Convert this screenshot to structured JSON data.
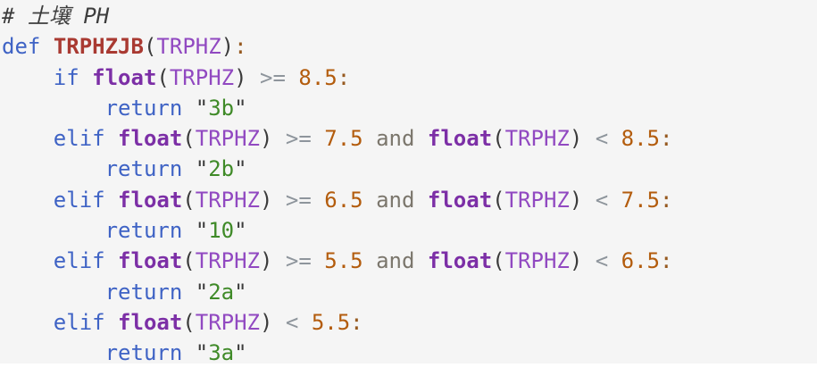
{
  "palette": {
    "page_bg": "#ffffff",
    "bg": "#f5f5f5",
    "fg": "#3b3b3b",
    "comment": "#3d3d3d",
    "keyword": "#3f63c5",
    "function": "#a93a32",
    "builtin": "#7c2fa6",
    "variable": "#9149c1",
    "number": "#b35c0d",
    "string": "#3f8a28",
    "operator": "#8e959c",
    "logical": "#7b766c",
    "punctuation": "#3b3b3b",
    "colon": "#96591f"
  },
  "code": {
    "language": "python",
    "lines": [
      [
        [
          "# 土壤 PH",
          "com"
        ]
      ],
      [
        [
          "def",
          "kw"
        ],
        [
          " "
        ],
        [
          "TRPHZJB",
          "fn"
        ],
        [
          "(",
          "pn"
        ],
        [
          "TRPHZ",
          "var"
        ],
        [
          ")",
          "pn"
        ],
        [
          ":",
          "cl"
        ]
      ],
      [
        [
          "    "
        ],
        [
          "if",
          "kw"
        ],
        [
          " "
        ],
        [
          "float",
          "bi"
        ],
        [
          "(",
          "pn"
        ],
        [
          "TRPHZ",
          "var"
        ],
        [
          ")",
          "pn"
        ],
        [
          " "
        ],
        [
          ">=",
          "op"
        ],
        [
          " "
        ],
        [
          "8.5",
          "num"
        ],
        [
          ":",
          "cl"
        ]
      ],
      [
        [
          "        "
        ],
        [
          "return",
          "kw"
        ],
        [
          " "
        ],
        [
          "\"",
          "pn"
        ],
        [
          "3b",
          "str"
        ],
        [
          "\"",
          "pn"
        ]
      ],
      [
        [
          "    "
        ],
        [
          "elif",
          "kw"
        ],
        [
          " "
        ],
        [
          "float",
          "bi"
        ],
        [
          "(",
          "pn"
        ],
        [
          "TRPHZ",
          "var"
        ],
        [
          ")",
          "pn"
        ],
        [
          " "
        ],
        [
          ">=",
          "op"
        ],
        [
          " "
        ],
        [
          "7.5",
          "num"
        ],
        [
          " "
        ],
        [
          "and",
          "lg"
        ],
        [
          " "
        ],
        [
          "float",
          "bi"
        ],
        [
          "(",
          "pn"
        ],
        [
          "TRPHZ",
          "var"
        ],
        [
          ")",
          "pn"
        ],
        [
          " "
        ],
        [
          "<",
          "op"
        ],
        [
          " "
        ],
        [
          "8.5",
          "num"
        ],
        [
          ":",
          "cl"
        ]
      ],
      [
        [
          "        "
        ],
        [
          "return",
          "kw"
        ],
        [
          " "
        ],
        [
          "\"",
          "pn"
        ],
        [
          "2b",
          "str"
        ],
        [
          "\"",
          "pn"
        ]
      ],
      [
        [
          "    "
        ],
        [
          "elif",
          "kw"
        ],
        [
          " "
        ],
        [
          "float",
          "bi"
        ],
        [
          "(",
          "pn"
        ],
        [
          "TRPHZ",
          "var"
        ],
        [
          ")",
          "pn"
        ],
        [
          " "
        ],
        [
          ">=",
          "op"
        ],
        [
          " "
        ],
        [
          "6.5",
          "num"
        ],
        [
          " "
        ],
        [
          "and",
          "lg"
        ],
        [
          " "
        ],
        [
          "float",
          "bi"
        ],
        [
          "(",
          "pn"
        ],
        [
          "TRPHZ",
          "var"
        ],
        [
          ")",
          "pn"
        ],
        [
          " "
        ],
        [
          "<",
          "op"
        ],
        [
          " "
        ],
        [
          "7.5",
          "num"
        ],
        [
          ":",
          "cl"
        ]
      ],
      [
        [
          "        "
        ],
        [
          "return",
          "kw"
        ],
        [
          " "
        ],
        [
          "\"",
          "pn"
        ],
        [
          "10",
          "str"
        ],
        [
          "\"",
          "pn"
        ]
      ],
      [
        [
          "    "
        ],
        [
          "elif",
          "kw"
        ],
        [
          " "
        ],
        [
          "float",
          "bi"
        ],
        [
          "(",
          "pn"
        ],
        [
          "TRPHZ",
          "var"
        ],
        [
          ")",
          "pn"
        ],
        [
          " "
        ],
        [
          ">=",
          "op"
        ],
        [
          " "
        ],
        [
          "5.5",
          "num"
        ],
        [
          " "
        ],
        [
          "and",
          "lg"
        ],
        [
          " "
        ],
        [
          "float",
          "bi"
        ],
        [
          "(",
          "pn"
        ],
        [
          "TRPHZ",
          "var"
        ],
        [
          ")",
          "pn"
        ],
        [
          " "
        ],
        [
          "<",
          "op"
        ],
        [
          " "
        ],
        [
          "6.5",
          "num"
        ],
        [
          ":",
          "cl"
        ]
      ],
      [
        [
          "        "
        ],
        [
          "return",
          "kw"
        ],
        [
          " "
        ],
        [
          "\"",
          "pn"
        ],
        [
          "2a",
          "str"
        ],
        [
          "\"",
          "pn"
        ]
      ],
      [
        [
          "    "
        ],
        [
          "elif",
          "kw"
        ],
        [
          " "
        ],
        [
          "float",
          "bi"
        ],
        [
          "(",
          "pn"
        ],
        [
          "TRPHZ",
          "var"
        ],
        [
          ")",
          "pn"
        ],
        [
          " "
        ],
        [
          "<",
          "op"
        ],
        [
          " "
        ],
        [
          "5.5",
          "num"
        ],
        [
          ":",
          "cl"
        ]
      ],
      [
        [
          "        "
        ],
        [
          "return",
          "kw"
        ],
        [
          " "
        ],
        [
          "\"",
          "pn"
        ],
        [
          "3a",
          "str"
        ],
        [
          "\"",
          "pn"
        ]
      ]
    ]
  }
}
